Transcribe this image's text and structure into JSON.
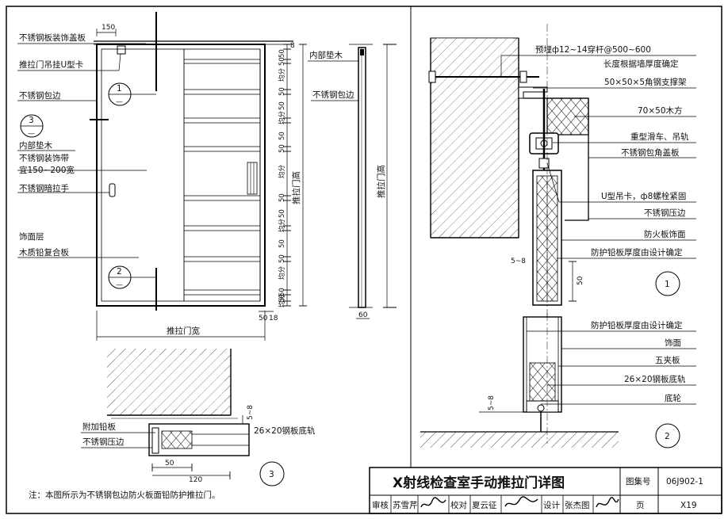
{
  "left_labels": {
    "cover_plate": "不锈钢板装饰盖板",
    "u_clip": "推拉门吊挂U型卡",
    "ss_edge": "不锈钢包边",
    "inner_block": "内部垫木",
    "ss_strip": "不锈钢装饰带",
    "strip_width": "宜150~200宽",
    "handle": "不锈钢暗拉手",
    "finish": "饰面层",
    "lead_board": "木质铅复合板"
  },
  "elevation": {
    "dim_150": "150",
    "door_width": "推拉门宽",
    "door_height": "推拉门高",
    "bottom_dim_a": "50",
    "bottom_dim_b": "18",
    "side_dims": [
      "50",
      "50",
      "均分",
      "50",
      "50",
      "均分",
      "50",
      "50",
      "均分",
      "50",
      "50",
      "均分",
      "50",
      "50",
      "均分",
      "50",
      "50",
      "均分",
      "50",
      "50",
      "均分",
      "50"
    ],
    "top_dim": "8"
  },
  "callouts": {
    "c1": "1",
    "c2": "2",
    "c3": "3",
    "ref": "—"
  },
  "section": {
    "inner_block": "内部垫木",
    "ss_edge": "不锈钢包边",
    "height": "推拉门高",
    "dim_60": "60"
  },
  "detail1": {
    "labels": [
      "预埋ф12~14穿杆@500~600",
      "长度根据墙厚度确定",
      "50×50×5角钢支撑架",
      "70×50木方",
      "重型滑车、吊轨",
      "不锈钢包角盖板",
      "U型吊卡，ф8螺栓紧固",
      "不锈钢压边",
      "防火板饰面",
      "防护铅板厚度由设计确定"
    ],
    "dim_gap": "5~8",
    "dim_50": "50",
    "number": "1"
  },
  "detail2": {
    "labels": [
      "防护铅板厚度由设计确定",
      "饰面",
      "五夹板",
      "26×20钢板底轨",
      "底轮"
    ],
    "dim_gap": "5~8",
    "number": "2"
  },
  "detail3": {
    "lead_plate": "附加铅板",
    "ss_press": "不锈钢压边",
    "rail": "26×20钢板底轨",
    "dim_gap": "5~8",
    "dim_50": "50",
    "dim_120": "120",
    "number": "3"
  },
  "note": "注：本图所示为不锈钢包边防火板面铅防护推拉门。",
  "title_block": {
    "title": "X射线检查室手动推拉门详图",
    "atlas_label": "图集号",
    "atlas_no": "06J902-1",
    "review_label": "审核",
    "reviewer": "苏雪芹",
    "check_label": "校对",
    "checker": "夏云征",
    "design_label": "设计",
    "designer": "张杰图",
    "page_label": "页",
    "page_no": "X19"
  }
}
